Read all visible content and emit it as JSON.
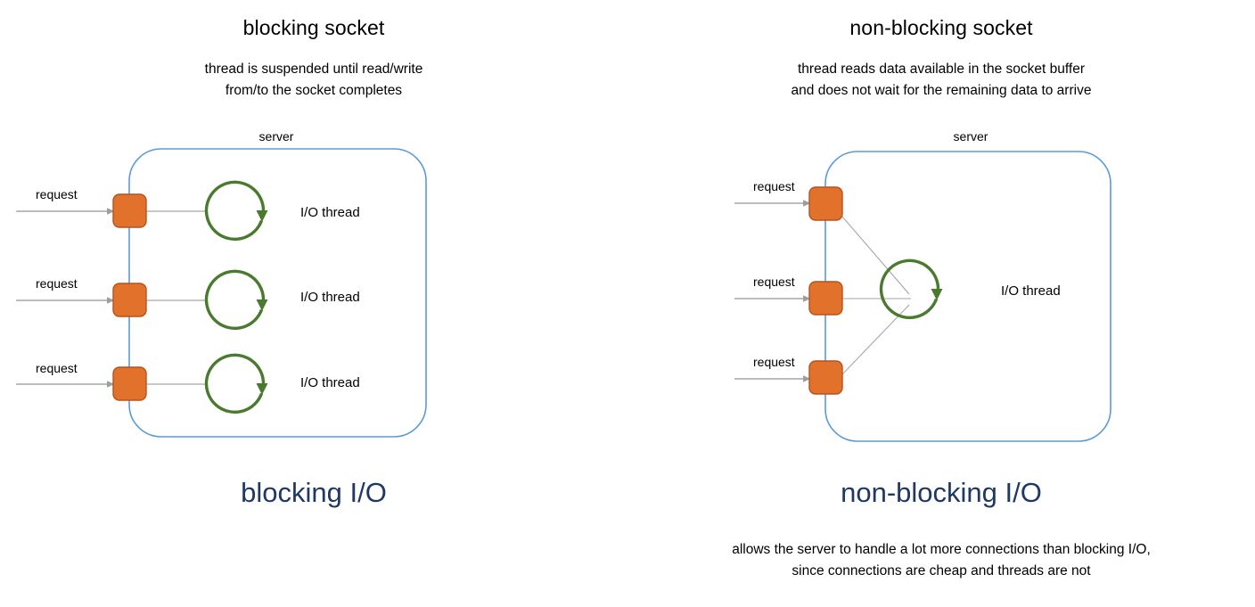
{
  "page": {
    "background": "#ffffff",
    "colors": {
      "socket_fill": "#E2712B",
      "socket_stroke": "#B3541E",
      "server_border": "#5B9BD5",
      "thread_green": "#4A7A2E",
      "arrow_gray": "#A6A6A6",
      "link_gray": "#A6A6A6",
      "footer_navy": "#1F3864",
      "text_black": "#000000"
    }
  },
  "panels": [
    {
      "id": "blocking",
      "title": "blocking socket",
      "subtitle_line1": "thread is suspended until read/write",
      "subtitle_line2": "from/to the socket completes",
      "server_label": "server",
      "footer_title": "blocking I/O",
      "footer_note_line1": "",
      "footer_note_line2": "",
      "requests": [
        {
          "label": "request"
        },
        {
          "label": "request"
        },
        {
          "label": "request"
        }
      ],
      "threads": [
        {
          "label": "I/O thread"
        },
        {
          "label": "I/O thread"
        },
        {
          "label": "I/O thread"
        }
      ]
    },
    {
      "id": "non-blocking",
      "title": "non-blocking socket",
      "subtitle_line1": "thread reads data available in the socket buffer",
      "subtitle_line2": "and does not wait for the remaining data to arrive",
      "server_label": "server",
      "footer_title": "non-blocking I/O",
      "footer_note_line1": "allows the server to handle a lot more connections than blocking I/O,",
      "footer_note_line2": "since connections are cheap and threads are not",
      "requests": [
        {
          "label": "request"
        },
        {
          "label": "request"
        },
        {
          "label": "request"
        }
      ],
      "threads": [
        {
          "label": "I/O thread"
        }
      ]
    }
  ]
}
